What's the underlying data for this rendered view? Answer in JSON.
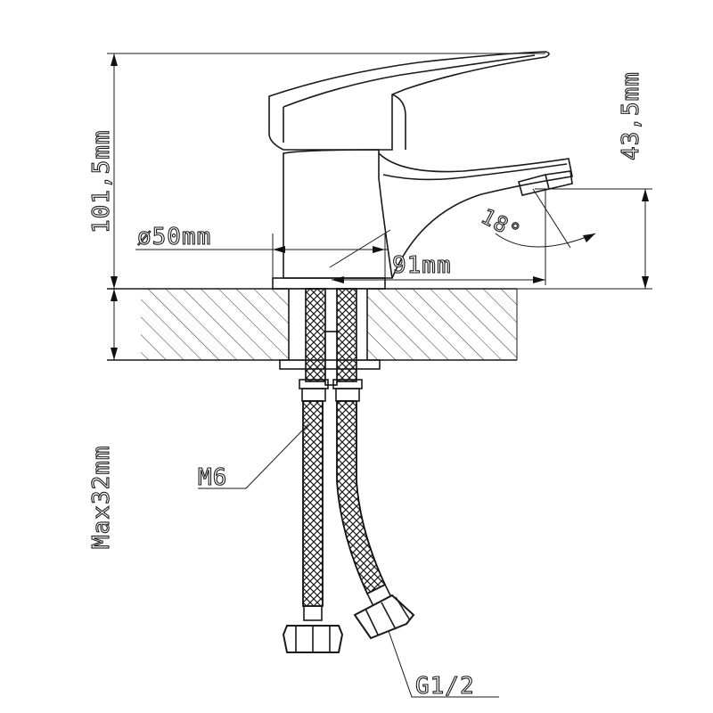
{
  "dimensions": {
    "total_height": "101,5mm",
    "spout_height": "43,5mm",
    "base_diameter": "ø50mm",
    "spout_reach": "91mm",
    "mount_thickness_max": "Max32mm",
    "spout_angle": "18°"
  },
  "parts": {
    "stud_thread": "M6",
    "hose_connector": "G1/2"
  }
}
